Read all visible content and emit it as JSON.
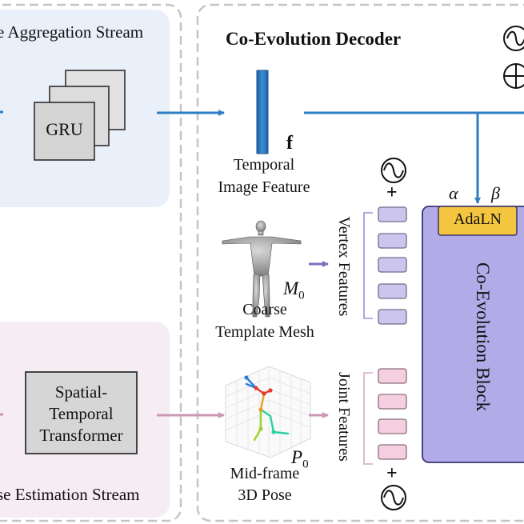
{
  "streams": {
    "top": "e Aggregation Stream",
    "bottom": "se Estimation Stream"
  },
  "gru": "GRU",
  "spatial_transformer": [
    "Spatial-",
    "Temporal",
    "Transformer"
  ],
  "decoder_title": "Co-Evolution Decoder",
  "feature_symbol": "f",
  "temporal_feature": [
    "Temporal",
    "Image Feature"
  ],
  "template_mesh": {
    "symbol": "M",
    "subscript": "0",
    "caption": [
      "Coarse",
      "Template Mesh"
    ]
  },
  "pose": {
    "symbol": "P",
    "subscript": "0",
    "caption": [
      "Mid-frame",
      "3D Pose"
    ]
  },
  "vertex_features": "Vertex Features",
  "joint_features": "Joint Features",
  "alpha": "α",
  "beta": "β",
  "adaln": "AdaLN",
  "block": "Co-Evolution Block",
  "plus": "+",
  "colors": {
    "top_panel": "#e9f0fa",
    "bottom_panel": "#f6edf4",
    "arrow_blue": "#2f7ec4",
    "arrow_purple": "#7b6fc0",
    "arrow_pink": "#c898b4",
    "block_fill": "#b1abe8",
    "adaln_fill": "#f4c53e",
    "vertex_token": "#ccc6ee",
    "joint_token": "#f3cfdf"
  }
}
